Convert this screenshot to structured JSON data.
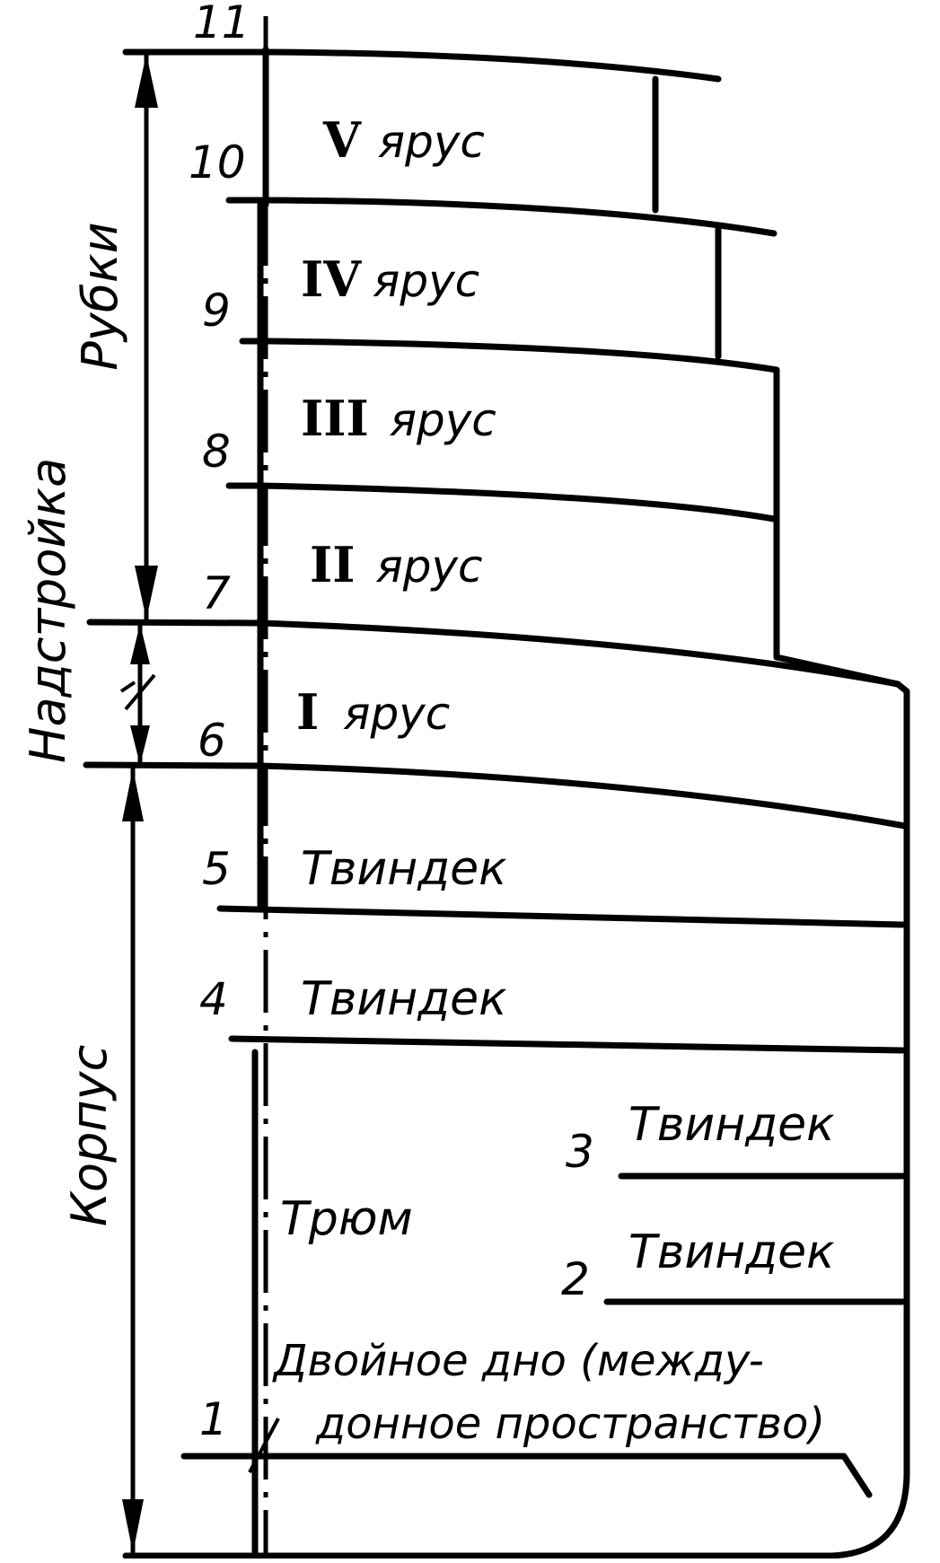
{
  "deck_numbers": [
    "1",
    "2",
    "3",
    "4",
    "5",
    "6",
    "7",
    "8",
    "9",
    "10",
    "11"
  ],
  "tiers": {
    "I": {
      "roman": "I",
      "word": "ярус"
    },
    "II": {
      "roman": "II",
      "word": "ярус"
    },
    "III": {
      "roman": "III",
      "word": "ярус"
    },
    "IV": {
      "roman": "IV",
      "word": "ярус"
    },
    "V": {
      "roman": "V",
      "word": "ярус"
    }
  },
  "spaces": {
    "tweendeck": "Твиндек",
    "hold": "Трюм",
    "double_bottom_line1": "Двойное  дно (междy-",
    "double_bottom_line2": "донное пространство)"
  },
  "side_labels": {
    "deckhouses": "Рубки",
    "superstructure": "Надстройка",
    "hull": "Корпус"
  }
}
